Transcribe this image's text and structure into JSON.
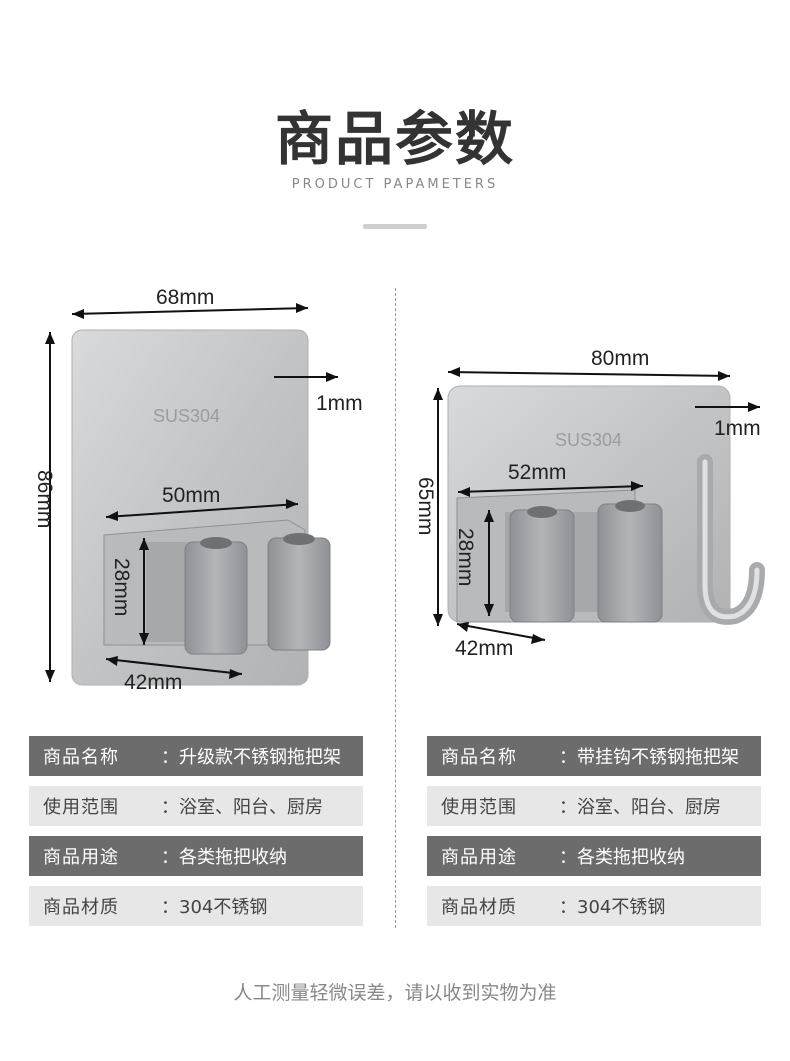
{
  "header": {
    "title": "商品参数",
    "subtitle": "PRODUCT PAPAMETERS"
  },
  "left_product": {
    "engraving": "SUS304",
    "dims": {
      "width": "68mm",
      "height": "86mm",
      "thickness": "1mm",
      "clip_width": "50mm",
      "clip_height": "28mm",
      "clip_depth": "42mm"
    },
    "specs": [
      {
        "label": "商品名称",
        "value": "升级款不锈钢拖把架"
      },
      {
        "label": "使用范围",
        "value": "浴室、阳台、厨房"
      },
      {
        "label": "商品用途",
        "value": "各类拖把收纳"
      },
      {
        "label": "商品材质",
        "value": "304不锈钢"
      }
    ]
  },
  "right_product": {
    "engraving": "SUS304",
    "dims": {
      "width": "80mm",
      "height": "65mm",
      "thickness": "1mm",
      "clip_width": "52mm",
      "clip_height": "28mm",
      "clip_depth": "42mm"
    },
    "specs": [
      {
        "label": "商品名称",
        "value": "带挂钩不锈钢拖把架"
      },
      {
        "label": "使用范围",
        "value": "浴室、阳台、厨房"
      },
      {
        "label": "商品用途",
        "value": "各类拖把收纳"
      },
      {
        "label": "商品材质",
        "value": "304不锈钢"
      }
    ]
  },
  "separator": "：",
  "footer_note": "人工测量轻微误差，请以收到实物为准",
  "colors": {
    "dark_row": "#6c6c6c",
    "light_row": "#e7e7e7",
    "steel": "#c4c6c8",
    "roller": "#9ea1a5"
  }
}
